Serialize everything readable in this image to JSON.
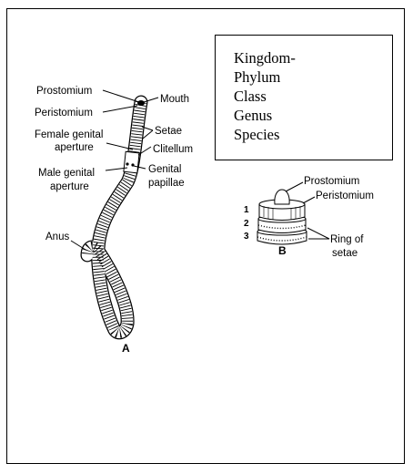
{
  "classification_box": {
    "lines": [
      "Kingdom-",
      "Phylum",
      "Class",
      "Genus",
      "Species"
    ]
  },
  "figure_a": {
    "caption": "A",
    "labels": {
      "prostomium": "Prostomium",
      "mouth": "Mouth",
      "peristomium": "Peristomium",
      "setae": "Setae",
      "female_genital_1": "Female genital",
      "female_genital_2": "aperture",
      "clitellum": "Clitellum",
      "male_genital_1": "Male genital",
      "male_genital_2": "aperture",
      "genital_papillae_1": "Genital",
      "genital_papillae_2": "papillae",
      "anus": "Anus"
    }
  },
  "figure_b": {
    "caption": "B",
    "labels": {
      "prostomium": "Prostomium",
      "peristomium": "Peristomium",
      "ring_of_setae_1": "Ring of",
      "ring_of_setae_2": "setae"
    },
    "segment_numbers": [
      "1",
      "2",
      "3"
    ]
  }
}
